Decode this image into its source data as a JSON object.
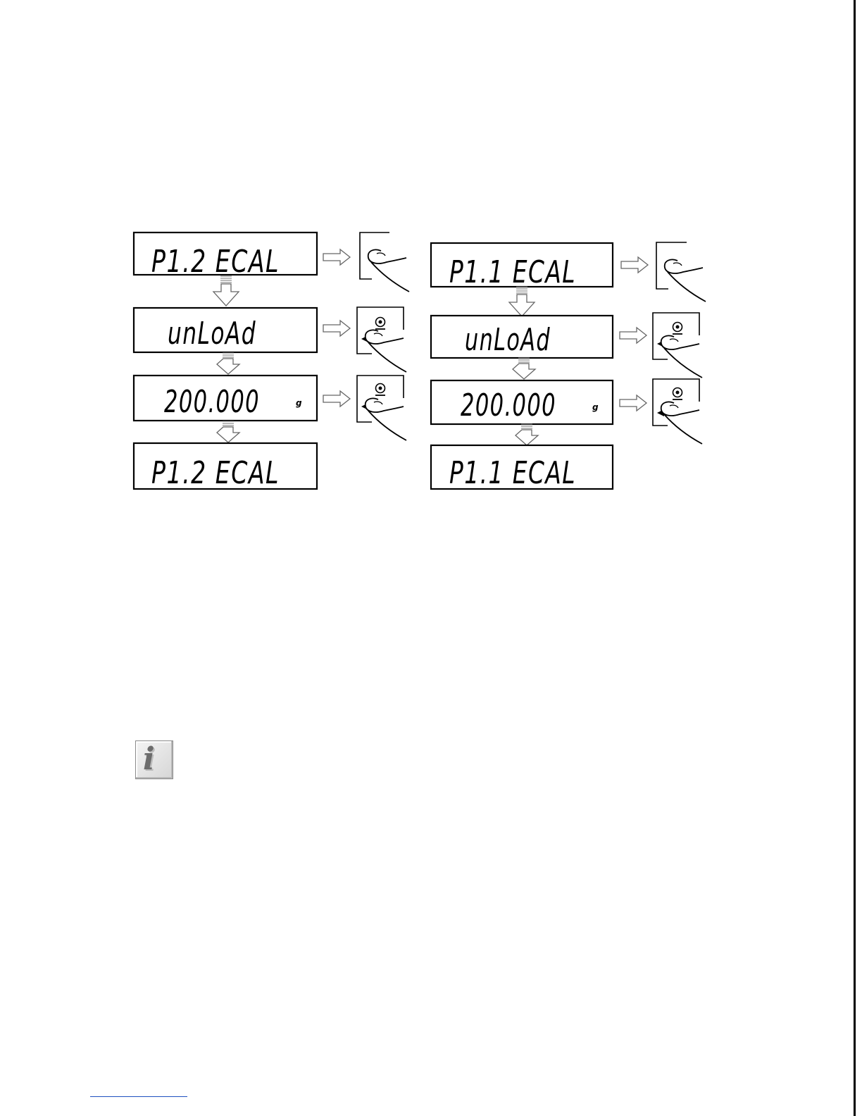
{
  "left_sequence": {
    "displays": [
      {
        "text": "P1.2  ECAL",
        "unit": ""
      },
      {
        "text": "unLoAd",
        "unit": ""
      },
      {
        "text": "200.000",
        "unit": "g"
      },
      {
        "text": "P1.2  ECAL",
        "unit": ""
      }
    ],
    "buttons": [
      "right-arrow-icon",
      "zero-target-icon",
      "zero-target-icon"
    ]
  },
  "right_sequence": {
    "displays": [
      {
        "text": "P1.1  ECAL",
        "unit": ""
      },
      {
        "text": "unLoAd",
        "unit": ""
      },
      {
        "text": "200.000",
        "unit": "g"
      },
      {
        "text": "P1.1  ECAL",
        "unit": ""
      }
    ],
    "buttons": [
      "right-arrow-icon",
      "zero-target-icon",
      "zero-target-icon"
    ]
  },
  "info_icon": {
    "icon": "info-icon",
    "glyph": "i"
  }
}
